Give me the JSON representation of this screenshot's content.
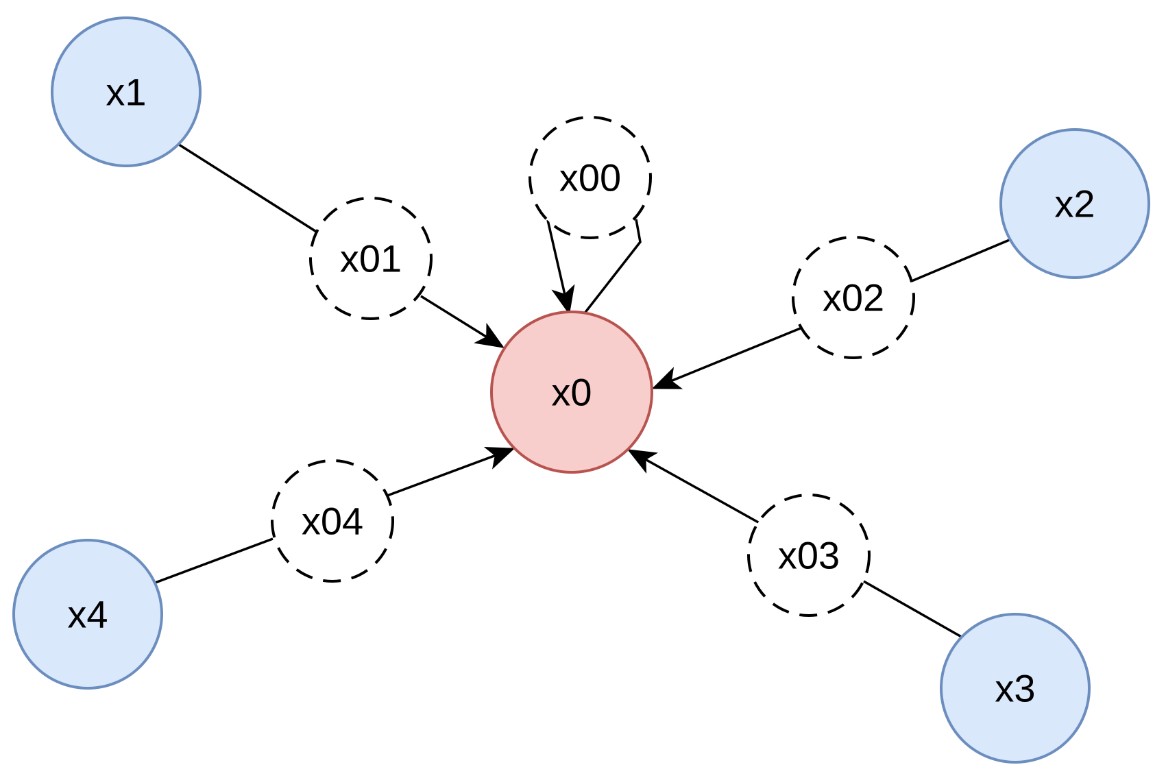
{
  "diagram": {
    "nodes": {
      "x0": {
        "label": "x0",
        "fill": "#F8CECC",
        "stroke": "#B85450"
      },
      "x1": {
        "label": "x1",
        "fill": "#DAE8FC",
        "stroke": "#6C8EBF"
      },
      "x2": {
        "label": "x2",
        "fill": "#DAE8FC",
        "stroke": "#6C8EBF"
      },
      "x3": {
        "label": "x3",
        "fill": "#DAE8FC",
        "stroke": "#6C8EBF"
      },
      "x4": {
        "label": "x4",
        "fill": "#DAE8FC",
        "stroke": "#6C8EBF"
      },
      "x00": {
        "label": "x00"
      },
      "x01": {
        "label": "x01"
      },
      "x02": {
        "label": "x02"
      },
      "x03": {
        "label": "x03"
      },
      "x04": {
        "label": "x04"
      }
    },
    "edges": [
      {
        "from": "x1",
        "to": "x01",
        "arrow": false
      },
      {
        "from": "x01",
        "to": "x0",
        "arrow": true
      },
      {
        "from": "x2",
        "to": "x02",
        "arrow": false
      },
      {
        "from": "x02",
        "to": "x0",
        "arrow": true
      },
      {
        "from": "x3",
        "to": "x03",
        "arrow": false
      },
      {
        "from": "x03",
        "to": "x0",
        "arrow": true
      },
      {
        "from": "x4",
        "to": "x04",
        "arrow": false
      },
      {
        "from": "x04",
        "to": "x0",
        "arrow": true
      },
      {
        "from": "x0",
        "to": "x00",
        "arrow": false
      },
      {
        "from": "x00",
        "to": "x0",
        "arrow": true
      }
    ]
  }
}
